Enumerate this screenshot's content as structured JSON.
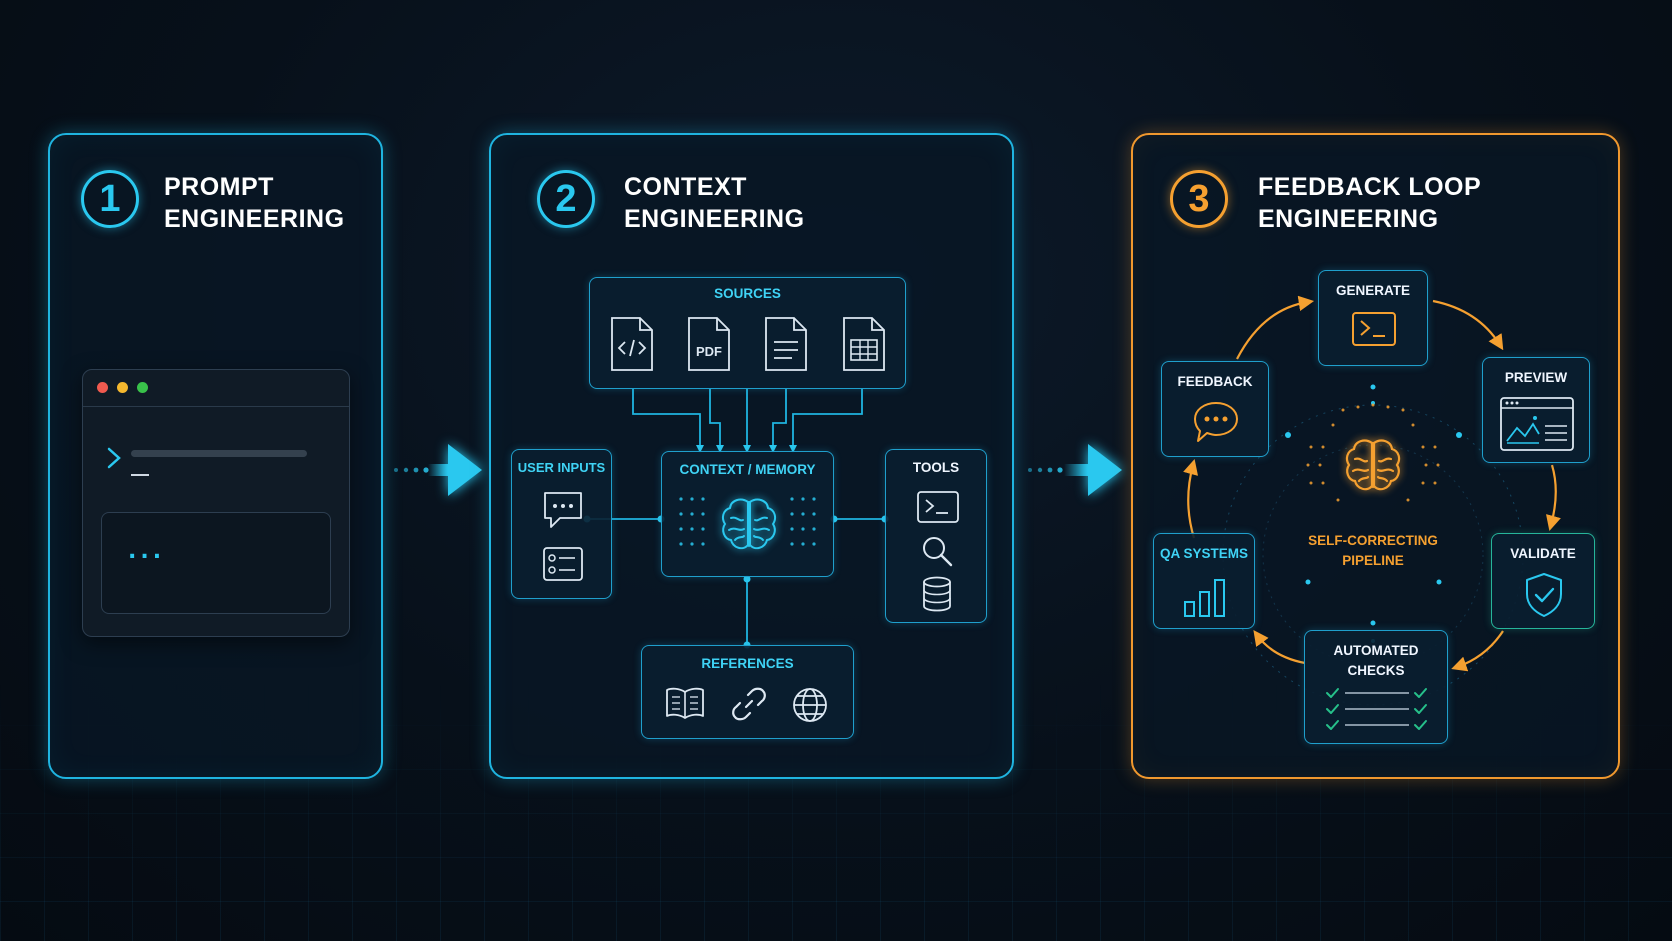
{
  "colors": {
    "blue_accent": "#2ac8ef",
    "orange_accent": "#f5a030",
    "green_accent": "#26b59a",
    "background": "#07101a"
  },
  "panel1": {
    "number": "1",
    "title_line1": "PROMPT",
    "title_line2": "ENGINEERING",
    "terminal_icon": "terminal-window-icon",
    "ellipsis": "..."
  },
  "panel2": {
    "number": "2",
    "title_line1": "CONTEXT",
    "title_line2": "ENGINEERING",
    "sources": {
      "label": "SOURCES",
      "icons": [
        "code-file-icon",
        "pdf-file-icon",
        "text-document-icon",
        "spreadsheet-icon"
      ],
      "pdf_text": "PDF"
    },
    "user_inputs": {
      "label": "USER INPUTS",
      "icons": [
        "chat-bubble-icon",
        "form-list-icon"
      ]
    },
    "context_memory": {
      "label": "CONTEXT / MEMORY",
      "icon": "brain-icon"
    },
    "tools": {
      "label": "TOOLS",
      "icons": [
        "terminal-icon",
        "search-icon",
        "database-icon"
      ]
    },
    "references": {
      "label": "REFERENCES",
      "icons": [
        "book-icon",
        "link-icon",
        "globe-icon"
      ]
    }
  },
  "panel3": {
    "number": "3",
    "title_line1": "FEEDBACK LOOP",
    "title_line2": "ENGINEERING",
    "center_line1": "SELF-CORRECTING",
    "center_line2": "PIPELINE",
    "nodes": {
      "generate": "GENERATE",
      "preview": "PREVIEW",
      "validate": "VALIDATE",
      "automated_line1": "AUTOMATED",
      "automated_line2": "CHECKS",
      "qa_systems": "QA SYSTEMS",
      "feedback": "FEEDBACK"
    },
    "node_icons": [
      "terminal-icon",
      "preview-window-icon",
      "shield-check-icon",
      "checklist-icon",
      "bar-chart-icon",
      "chat-bubble-icon"
    ]
  }
}
